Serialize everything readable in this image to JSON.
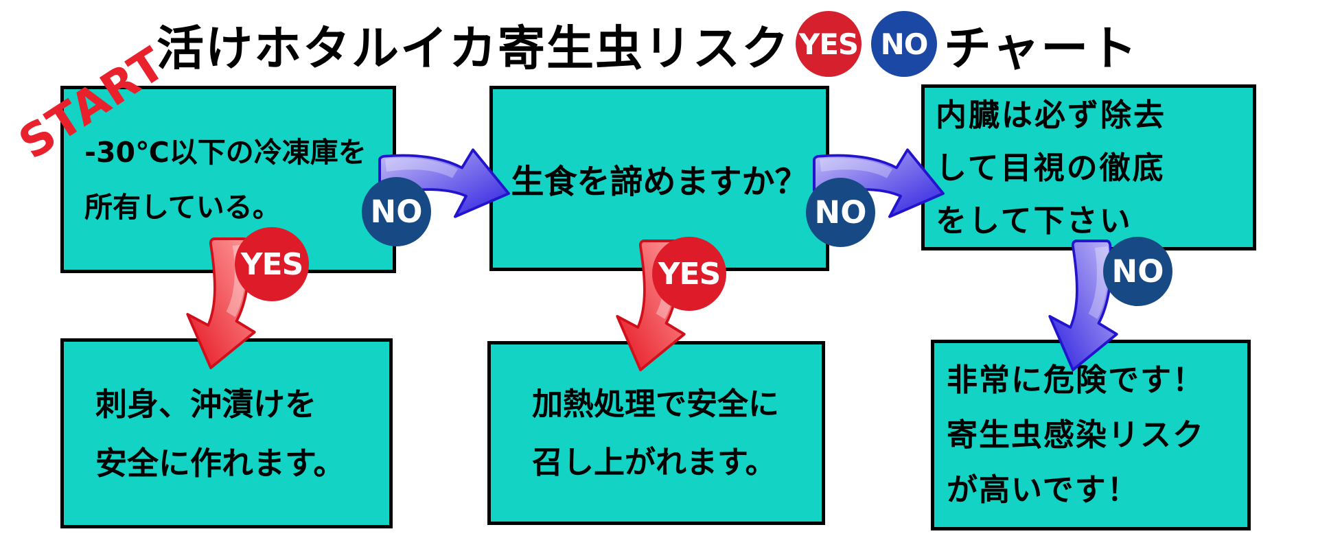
{
  "title": {
    "prefix": "活けホタルイカ寄生虫リスク",
    "yes_badge": "YES",
    "no_badge": "NO",
    "suffix": "チャート"
  },
  "start_label": "START",
  "colors": {
    "box_background": "#12d3c4",
    "box_border": "#000000",
    "yes_red": "#dd1b29",
    "title_yes_red": "#d7202e",
    "no_navy": "#174a85",
    "title_no_blue": "#1b47a5",
    "arrow_blue_light": "#c3bcf7",
    "arrow_blue_dark": "#2e1fe0",
    "arrow_red_light": "#ff9e9e",
    "arrow_red_dark": "#e51420",
    "start_red": "#e8212d"
  },
  "boxes": [
    {
      "id": "freezer",
      "lines": [
        "-30℃以下の冷凍庫を",
        "所有している。"
      ]
    },
    {
      "id": "give-up-raw",
      "lines": [
        "生食を諦めますか？"
      ]
    },
    {
      "id": "remove-organs",
      "lines": [
        "内臓は必ず除去",
        "して目視の徹底",
        "をして下さい"
      ]
    },
    {
      "id": "sashimi-safe",
      "lines": [
        "刺身、沖漬けを",
        "安全に作れます。"
      ]
    },
    {
      "id": "heat-safe",
      "lines": [
        "加熱処理で安全に",
        "召し上がれます。"
      ]
    },
    {
      "id": "danger",
      "lines": [
        "非常に危険です！",
        "寄生虫感染リスク",
        "が高いです！"
      ]
    }
  ],
  "connectors": [
    {
      "from": "freezer",
      "to": "give-up-raw",
      "label": "NO",
      "direction": "right",
      "arrow_color": "blue"
    },
    {
      "from": "freezer",
      "to": "sashimi-safe",
      "label": "YES",
      "direction": "down",
      "arrow_color": "red"
    },
    {
      "from": "give-up-raw",
      "to": "remove-organs",
      "label": "NO",
      "direction": "right",
      "arrow_color": "blue"
    },
    {
      "from": "give-up-raw",
      "to": "heat-safe",
      "label": "YES",
      "direction": "down",
      "arrow_color": "red"
    },
    {
      "from": "remove-organs",
      "to": "danger",
      "label": "NO",
      "direction": "down",
      "arrow_color": "blue"
    }
  ]
}
